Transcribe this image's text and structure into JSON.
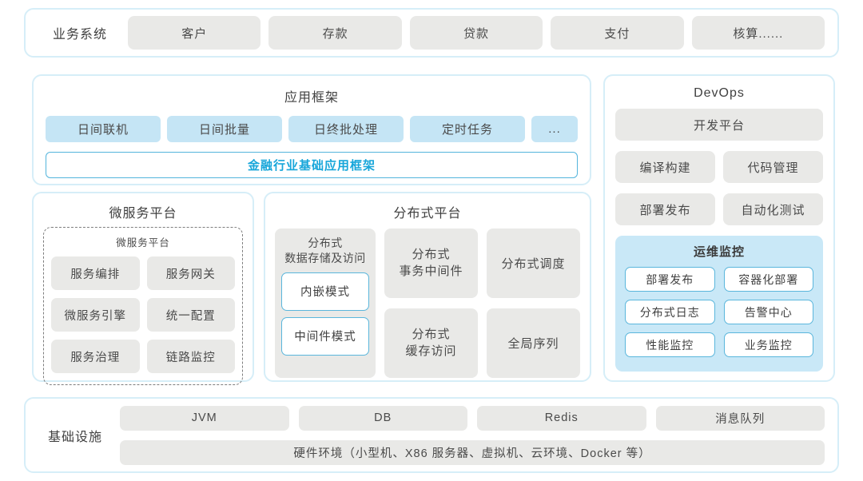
{
  "business_systems": {
    "label": "业务系统",
    "items": [
      "客户",
      "存款",
      "贷款",
      "支付",
      "核算......"
    ]
  },
  "app_framework": {
    "title": "应用框架",
    "modules": [
      "日间联机",
      "日间批量",
      "日终批处理",
      "定时任务",
      "..."
    ],
    "base": "金融行业基础应用框架"
  },
  "devops": {
    "title": "DevOps",
    "platform": "开发平台",
    "tools": [
      "编译构建",
      "代码管理",
      "部署发布",
      "自动化测试"
    ],
    "monitoring": {
      "title": "运维监控",
      "items": [
        "部署发布",
        "容器化部署",
        "分布式日志",
        "告警中心",
        "性能监控",
        "业务监控"
      ]
    }
  },
  "microservice": {
    "title": "微服务平台",
    "inner_title": "微服务平台",
    "items": [
      "服务编排",
      "服务网关",
      "微服务引擎",
      "统一配置",
      "服务治理",
      "链路监控"
    ]
  },
  "distributed": {
    "title": "分布式平台",
    "storage": {
      "title": "分布式\n数据存储及访问",
      "modes": [
        "内嵌模式",
        "中间件模式"
      ]
    },
    "middle_cells": [
      "分布式\n事务中间件",
      "分布式\n缓存访问"
    ],
    "right_cells": [
      "分布式调度",
      "全局序列"
    ]
  },
  "infrastructure": {
    "label": "基础设施",
    "items": [
      "JVM",
      "DB",
      "Redis",
      "消息队列"
    ],
    "hardware": "硬件环境（小型机、X86 服务器、虚拟机、云环境、Docker 等）"
  },
  "colors": {
    "accent_blue_text": "#17a6da",
    "blue_border": "#5ab6dc",
    "light_blue_fill": "#c5e5f5",
    "panel_blue_fill": "#c9e8f7",
    "gray_fill": "#e9e9e7",
    "container_border": "#d6eef8"
  }
}
